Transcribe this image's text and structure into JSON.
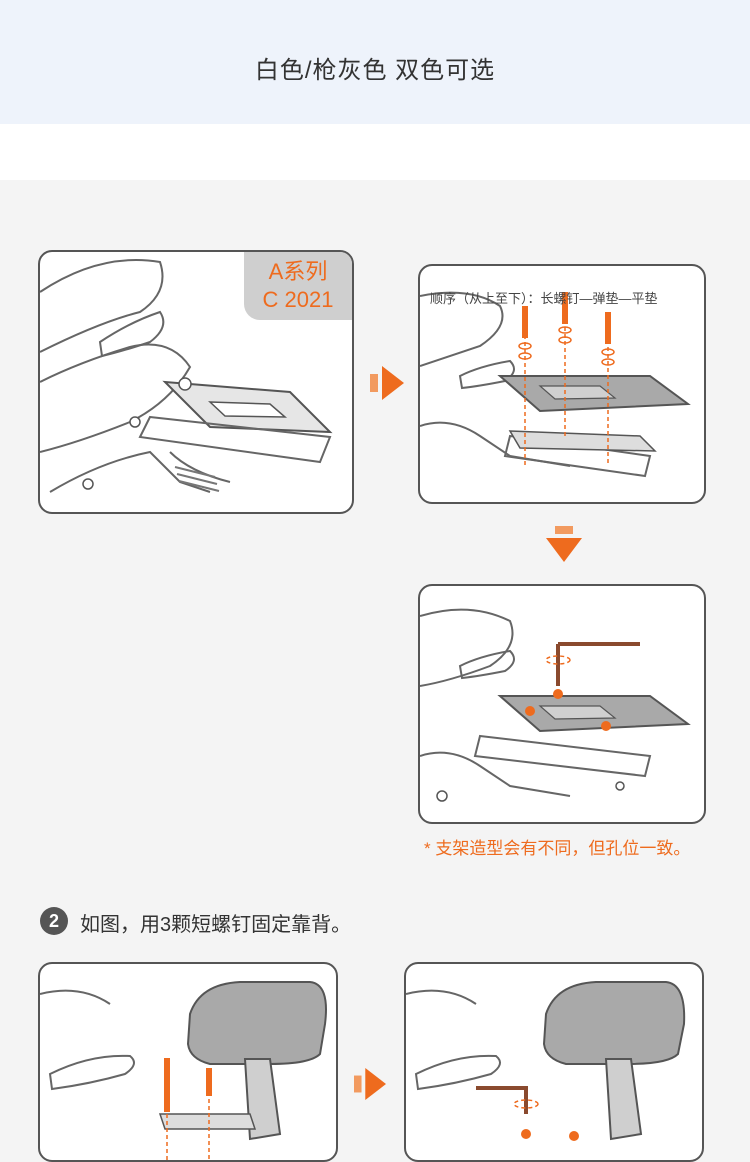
{
  "header": {
    "title": "白色/枪灰色 双色可选"
  },
  "panel1": {
    "series_line1": "A系列",
    "series_line2": "C 2021"
  },
  "panel2": {
    "order_caption": "顺序（从上至下）：长螺钉—弹垫—平垫"
  },
  "note": "* 支架造型会有不同，但孔位一致。",
  "step2": {
    "number": "2",
    "text": "如图，用3颗短螺钉固定靠背。"
  },
  "colors": {
    "accent": "#ee6b1e",
    "outline": "#555555",
    "banner": "#eef3fb",
    "background": "#f4f4f4"
  },
  "icons": {
    "arrow_right": "orange-right-arrow-icon",
    "arrow_down": "orange-down-arrow-icon"
  }
}
